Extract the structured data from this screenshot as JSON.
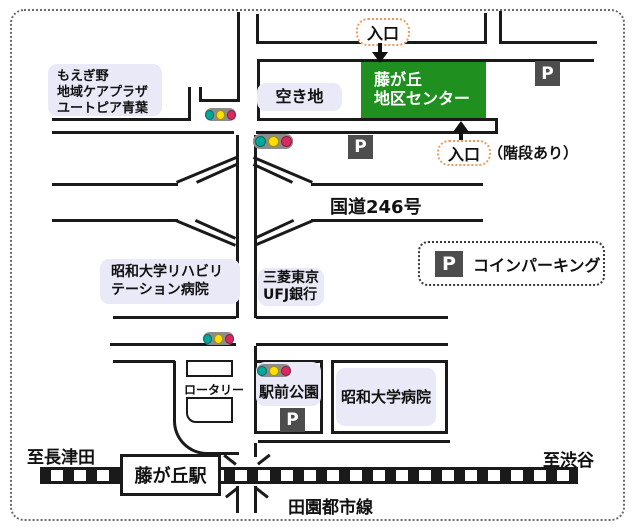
{
  "colors": {
    "road": "#1a1a1a",
    "center_green": "#1f8f1f",
    "label_bg": "#e9e9f8",
    "parking_bg": "#4d4d4d",
    "signal_body": "#8c8c8c",
    "signal_teal": "#00a79a",
    "signal_yellow": "#ffdf00",
    "signal_red": "#d92a5f",
    "entrance_border": "#ec9c62"
  },
  "labels": {
    "moegino": {
      "line1": "もえぎ野",
      "line2": "地域ケアプラザ",
      "line3": "ユートピア青葉"
    },
    "akichi": "空き地",
    "center": {
      "line1": "藤が丘",
      "line2": "地区センター"
    },
    "entrance_top": "入口",
    "entrance_bottom": "入口",
    "entrance_bottom_note": "（階段あり）",
    "route246": "国道246号",
    "rehab_hospital": {
      "line1": "昭和大学リハビリ",
      "line2": "テーション病院"
    },
    "bank": {
      "line1": "三菱東京",
      "line2": "UFJ銀行"
    },
    "legend_parking": "コインパーキング",
    "rotary": "ロータリー",
    "station_park": "駅前公園",
    "univ_hospital": "昭和大学病院",
    "to_nagatsuta": "至長津田",
    "station": "藤が丘駅",
    "to_shibuya": "至渋谷",
    "rail_line": "田園都市線",
    "parking_mark": "P"
  }
}
